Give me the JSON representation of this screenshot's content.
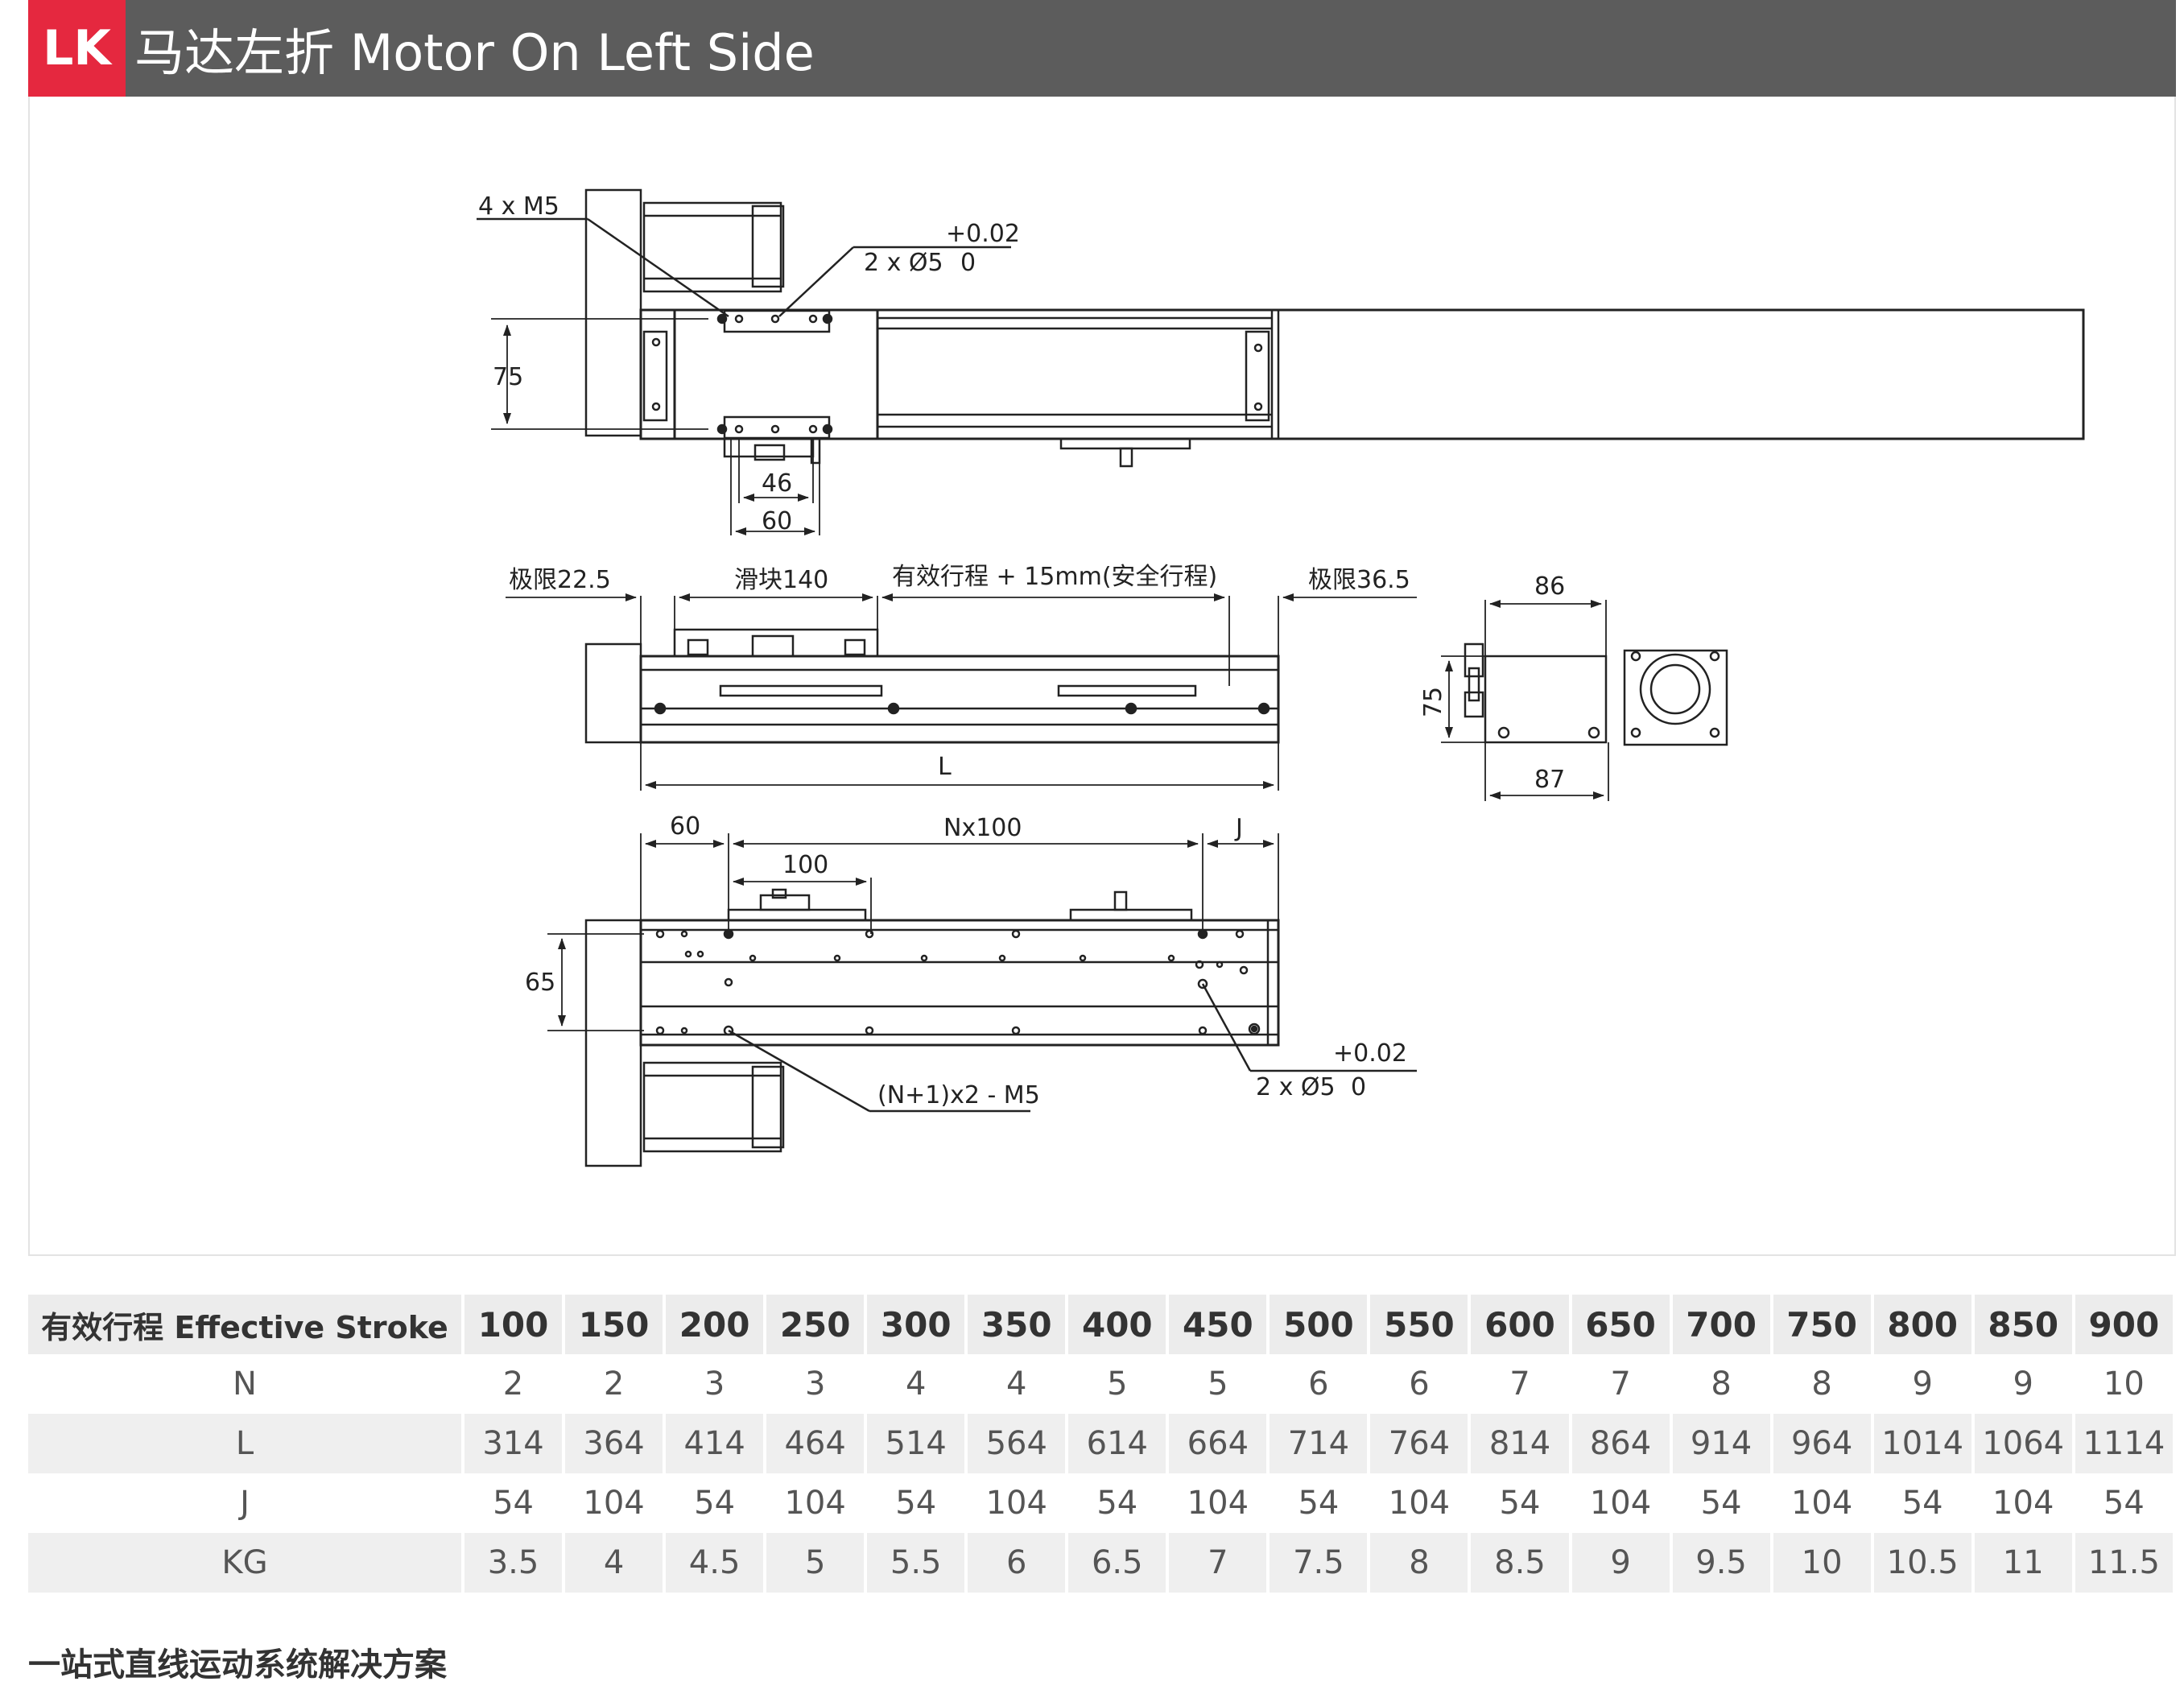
{
  "header": {
    "badge": "LK",
    "title": "马达左折 Motor On Left Side"
  },
  "drawing": {
    "top": {
      "holes_m5": "4 x M5",
      "pin_tol": "+0.02",
      "pin": "2 x Ø5",
      "pin_tol0": "0",
      "dim75": "75",
      "dim46": "46",
      "dim60": "60"
    },
    "side": {
      "limit_left": "极限22.5",
      "slider": "滑块140",
      "stroke": "有效行程 + 15mm(安全行程)",
      "limit_right": "极限36.5",
      "length": "L"
    },
    "end": {
      "w86": "86",
      "h75": "75",
      "w87": "87"
    },
    "bottom": {
      "d60": "60",
      "nx100": "Nx100",
      "j": "J",
      "d100": "100",
      "d65": "65",
      "holes": "(N+1)x2 - M5",
      "pin_tol": "+0.02",
      "pin": "2 x Ø5",
      "pin_tol0": "0"
    }
  },
  "table": {
    "header_label": "有效行程 Effective Stroke",
    "strokes": [
      "100",
      "150",
      "200",
      "250",
      "300",
      "350",
      "400",
      "450",
      "500",
      "550",
      "600",
      "650",
      "700",
      "750",
      "800",
      "850",
      "900"
    ],
    "rows": [
      {
        "label": "N",
        "values": [
          "2",
          "2",
          "3",
          "3",
          "4",
          "4",
          "5",
          "5",
          "6",
          "6",
          "7",
          "7",
          "8",
          "8",
          "9",
          "9",
          "10"
        ]
      },
      {
        "label": "L",
        "values": [
          "314",
          "364",
          "414",
          "464",
          "514",
          "564",
          "614",
          "664",
          "714",
          "764",
          "814",
          "864",
          "914",
          "964",
          "1014",
          "1064",
          "1114"
        ]
      },
      {
        "label": "J",
        "values": [
          "54",
          "104",
          "54",
          "104",
          "54",
          "104",
          "54",
          "104",
          "54",
          "104",
          "54",
          "104",
          "54",
          "104",
          "54",
          "104",
          "54"
        ]
      },
      {
        "label": "KG",
        "values": [
          "3.5",
          "4",
          "4.5",
          "5",
          "5.5",
          "6",
          "6.5",
          "7",
          "7.5",
          "8",
          "8.5",
          "9",
          "9.5",
          "10",
          "10.5",
          "11",
          "11.5"
        ]
      }
    ]
  },
  "footer": {
    "text": "一站式直线运动系统解决方案"
  }
}
